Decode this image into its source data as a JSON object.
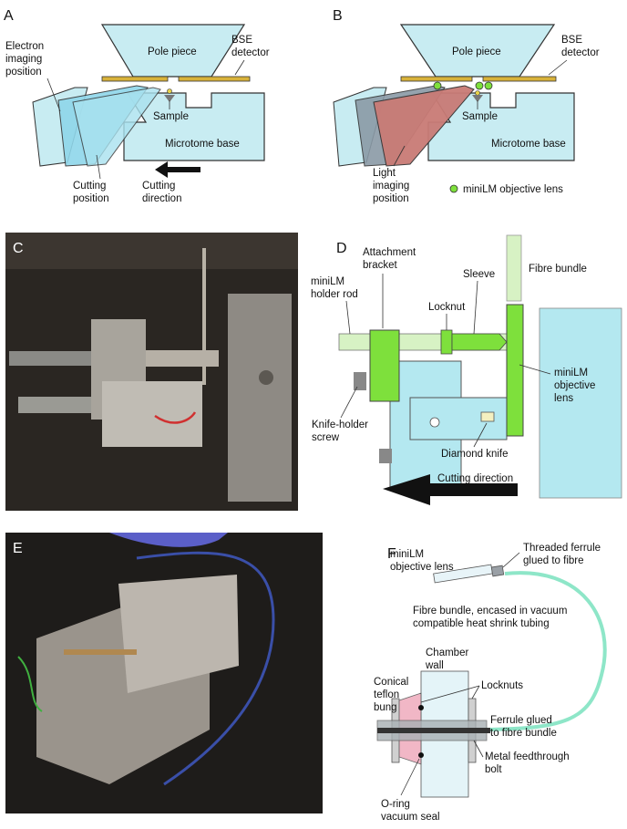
{
  "panels": {
    "A": {
      "letter": "A",
      "pole_piece": "Pole piece",
      "bse_line1": "BSE",
      "bse_line2": "detector",
      "electron_line1": "Electron",
      "electron_line2": "imaging",
      "electron_line3": "position",
      "sample": "Sample",
      "microtome_base": "Microtome base",
      "cutting_pos_line1": "Cutting",
      "cutting_pos_line2": "position",
      "cutting_dir_line1": "Cutting",
      "cutting_dir_line2": "direction"
    },
    "B": {
      "letter": "B",
      "pole_piece": "Pole piece",
      "bse_line1": "BSE",
      "bse_line2": "detector",
      "sample": "Sample",
      "microtome_base": "Microtome base",
      "light_line1": "Light",
      "light_line2": "imaging",
      "light_line3": "position",
      "legend_minilm": "miniLM objective lens"
    },
    "C": {
      "letter": "C"
    },
    "D": {
      "letter": "D",
      "attach_line1": "Attachment",
      "attach_line2": "bracket",
      "holder_line1": "miniLM",
      "holder_line2": "holder rod",
      "locknut": "Locknut",
      "sleeve": "Sleeve",
      "fibre_bundle": "Fibre bundle",
      "objective_line1": "miniLM",
      "objective_line2": "objective",
      "objective_line3": "lens",
      "knife_holder_line1": "Knife-holder",
      "knife_holder_line2": "screw",
      "diamond_knife": "Diamond knife",
      "cutting_direction": "Cutting direction"
    },
    "E": {
      "letter": "E"
    },
    "F": {
      "letter": "F",
      "minilm_line1": "miniLM",
      "minilm_line2": "objective lens",
      "threaded_line1": "Threaded ferrule",
      "threaded_line2": "glued to fibre",
      "bundle_line1": "Fibre bundle, encased in vacuum",
      "bundle_line2": "compatible heat shrink tubing",
      "chamber_line1": "Chamber",
      "chamber_line2": "wall",
      "conical_line1": "Conical",
      "conical_line2": "teflon",
      "conical_line3": "bung",
      "locknuts": "Locknuts",
      "ferrule_line1": "Ferrule glued",
      "ferrule_line2": "to fibre bundle",
      "feedthrough_line1": "Metal feedthrough",
      "feedthrough_line2": "bolt",
      "oring_line1": "O-ring",
      "oring_line2": "vacuum seal"
    }
  },
  "colors": {
    "light_blue": "#c8ecf2",
    "mid_blue": "#8fd6ea",
    "gold": "#d8b23a",
    "knife_red": "#c97b76",
    "bright_green": "#7ee03c",
    "pale_green": "#d7f2c4",
    "cyan": "#b4e8f0",
    "fibre_green": "#8ee6c8"
  }
}
